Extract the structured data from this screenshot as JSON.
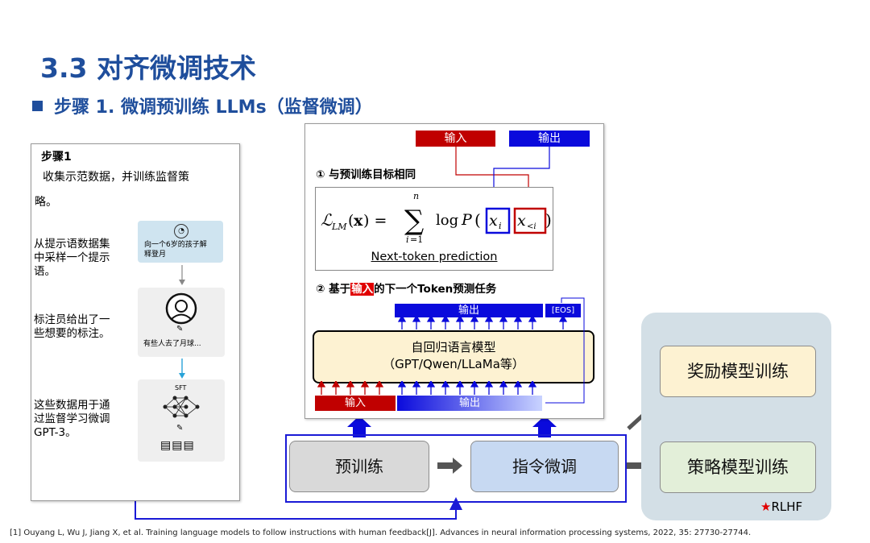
{
  "header": {
    "title": "3.3 对齐微调技术",
    "subtitle": "步骤 1. 微调预训练 LLMs（监督微调）"
  },
  "left_panel": {
    "step_title": "步骤1",
    "intro_line1": "收集示范数据，并训练监督策",
    "intro_line2": "略。",
    "step1_text": [
      "从提示语数据集",
      "中采样一个提示",
      "语。"
    ],
    "prompt_text": [
      "向一个6岁的孩子解",
      "释登月"
    ],
    "step2_text": [
      "标注员给出了一",
      "些想要的标注。"
    ],
    "annotation_text": "有些人去了月球...",
    "step3_text": [
      "这些数据用于通",
      "过监督学习微调",
      "GPT-3。"
    ],
    "sft_label": "SFT"
  },
  "center_panel": {
    "input_tag": "输入",
    "output_tag": "输出",
    "section1": "① 与预训练目标相同",
    "next_token": "Next-token prediction",
    "section2_pre": "② 基于",
    "section2_highlight": "输入",
    "section2_post": "的下一个Token预测任务",
    "output_bar": "输出",
    "eos": "[EOS]",
    "model_line1": "自回归语言模型",
    "model_line2": "（GPT/Qwen/LLaMa等）",
    "bottom_input": "输入",
    "bottom_output": "输出"
  },
  "flow": {
    "pretrain": "预训练",
    "instruct": "指令微调",
    "reward": "奖励模型训练",
    "policy": "策略模型训练",
    "rlhf": "RLHF"
  },
  "colors": {
    "title_blue": "#1f4e9c",
    "red": "#c00000",
    "blue": "#0a0adc",
    "model_fill": "#fdf2d2",
    "pretrain_fill": "#d9d9d9",
    "instruct_fill": "#c7d9f2",
    "reward_fill": "#fdf2d2",
    "policy_fill": "#e3efd9",
    "rlhf_bg": "#d3dfe6"
  },
  "footnote": "[1] Ouyang L, Wu J, Jiang X, et al. Training language models to follow instructions with human feedback[J]. Advances in neural information processing systems, 2022, 35: 27730-27744."
}
